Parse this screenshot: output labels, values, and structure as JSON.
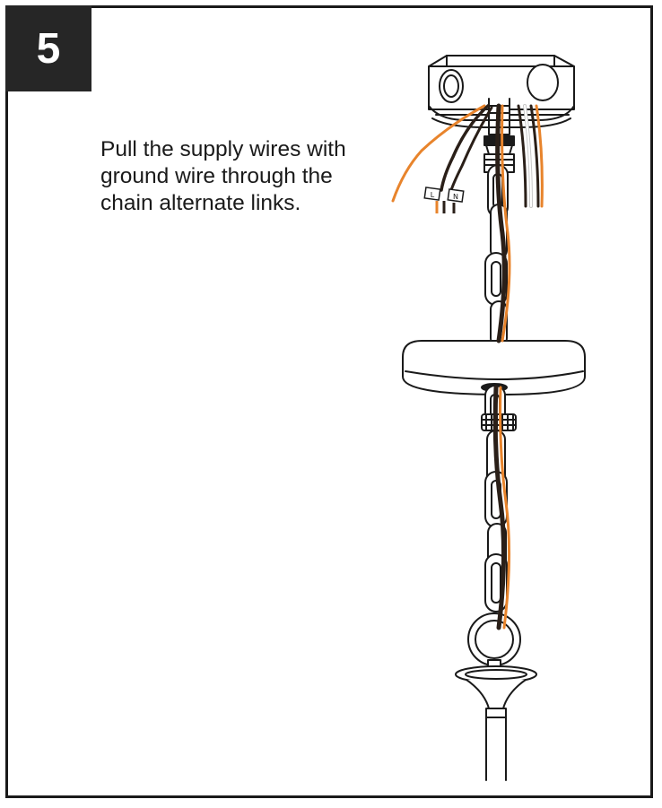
{
  "step": {
    "number": "5"
  },
  "instruction": {
    "text": "Pull the supply wires with\nground wire through the\nchain alternate links."
  },
  "connector_labels": {
    "left": "L",
    "right": "N"
  },
  "colors": {
    "frame": "#1a1a1a",
    "badge": "#262626",
    "line": "#1a1a1a",
    "wire_orange": "#e8842c",
    "wire_black": "#2a1f18",
    "wire_white": "#ffffff"
  }
}
